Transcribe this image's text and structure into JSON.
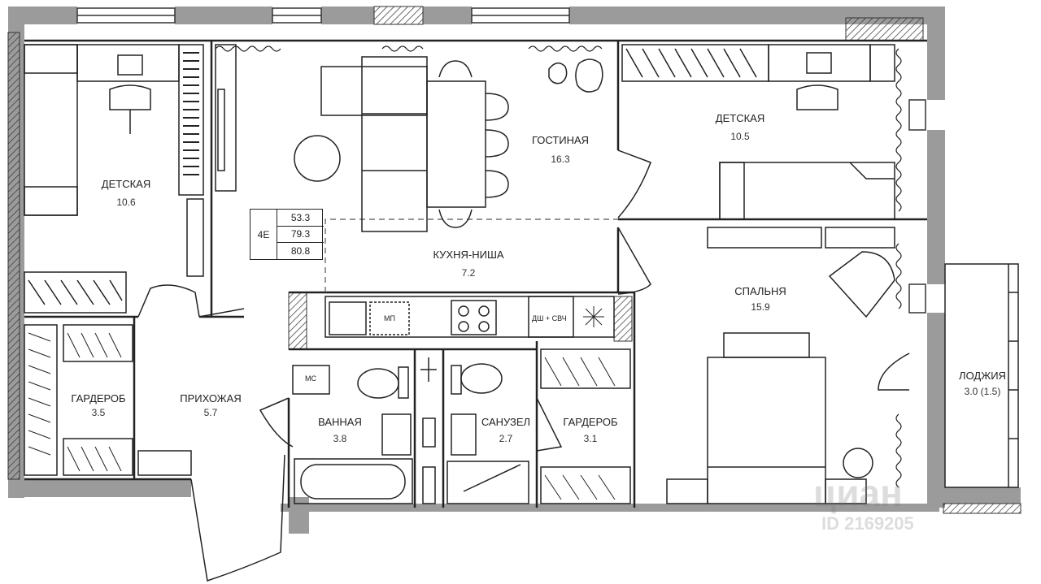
{
  "rooms": [
    {
      "name": "ДЕТСКАЯ",
      "area": "10.6"
    },
    {
      "name": "ГОСТИНАЯ",
      "area": "16.3"
    },
    {
      "name": "ДЕТСКАЯ",
      "area": "10.5"
    },
    {
      "name": "КУХНЯ-НИША",
      "area": "7.2"
    },
    {
      "name": "СПАЛЬНЯ",
      "area": "15.9"
    },
    {
      "name": "ГАРДЕРОБ",
      "area": "3.5"
    },
    {
      "name": "ПРИХОЖАЯ",
      "area": "5.7"
    },
    {
      "name": "ВАННАЯ",
      "area": "3.8"
    },
    {
      "name": "САНУЗЕЛ",
      "area": "2.7"
    },
    {
      "name": "ГАРДЕРОБ",
      "area": "3.1"
    },
    {
      "name": "ЛОДЖИЯ",
      "area": "3.0 (1.5)"
    }
  ],
  "summary": {
    "code": "4Е",
    "values": [
      "53.3",
      "79.3",
      "80.8"
    ]
  },
  "fixtures": {
    "laundry": "МС",
    "cooktop_top": "МП",
    "dishwasher_oven": "ДШ + СВЧ"
  },
  "watermark": {
    "brand": "циан",
    "id": "ID 2169205"
  }
}
